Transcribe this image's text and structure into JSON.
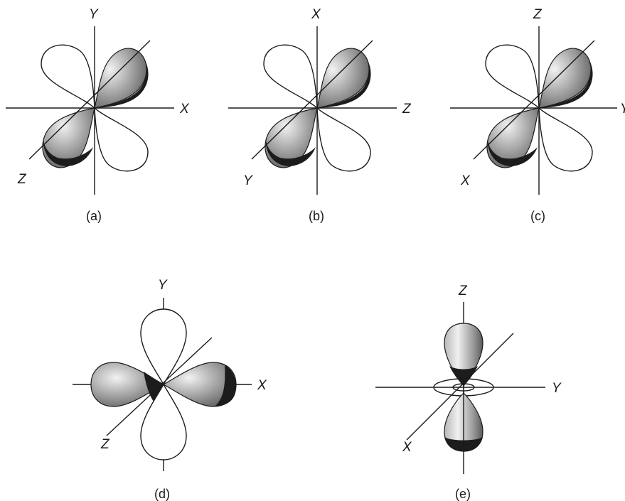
{
  "panels": [
    {
      "caption": "(a)",
      "axes": {
        "vertical": "Y",
        "horizontal": "X",
        "diagonal": "Z"
      }
    },
    {
      "caption": "(b)",
      "axes": {
        "vertical": "X",
        "horizontal": "Z",
        "diagonal": "Y"
      }
    },
    {
      "caption": "(c)",
      "axes": {
        "vertical": "Z",
        "horizontal": "Y",
        "diagonal": "X"
      }
    },
    {
      "caption": "(d)",
      "axes": {
        "vertical": "Y",
        "horizontal": "X",
        "diagonal": "Z"
      }
    },
    {
      "caption": "(e)",
      "axes": {
        "vertical": "Z",
        "horizontal": "Y",
        "diagonal": "X"
      }
    }
  ]
}
